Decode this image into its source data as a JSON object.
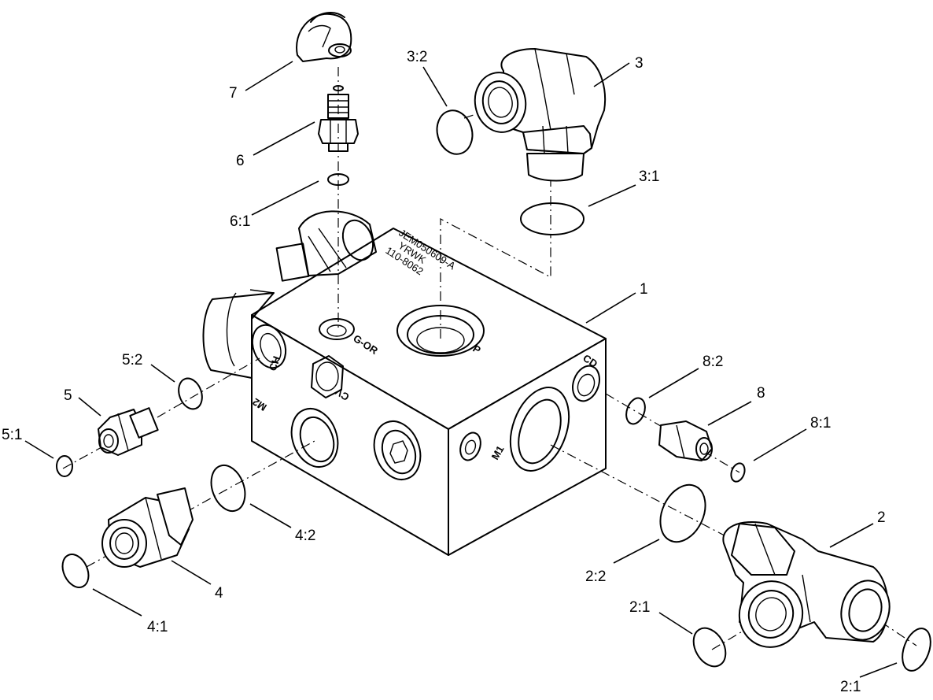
{
  "callouts": {
    "c1": "1",
    "c2": "2",
    "c2_1a": "2:1",
    "c2_1b": "2:1",
    "c2_2": "2:2",
    "c3": "3",
    "c3_1": "3:1",
    "c3_2": "3:2",
    "c4": "4",
    "c4_1": "4:1",
    "c4_2": "4:2",
    "c5": "5",
    "c5_1": "5:1",
    "c5_2": "5:2",
    "c6": "6",
    "c6_1": "6:1",
    "c7": "7",
    "c8": "8",
    "c8_1": "8:1",
    "c8_2": "8:2"
  },
  "stamp": {
    "line1": "JEM050609-A",
    "line2": "YRWK",
    "line3": "110-8062"
  },
  "ports": {
    "p": "P",
    "g_or": "G-OR",
    "cv": "CV",
    "ch": "CH",
    "cd": "CD",
    "m1": "M1",
    "m2": "M2"
  }
}
